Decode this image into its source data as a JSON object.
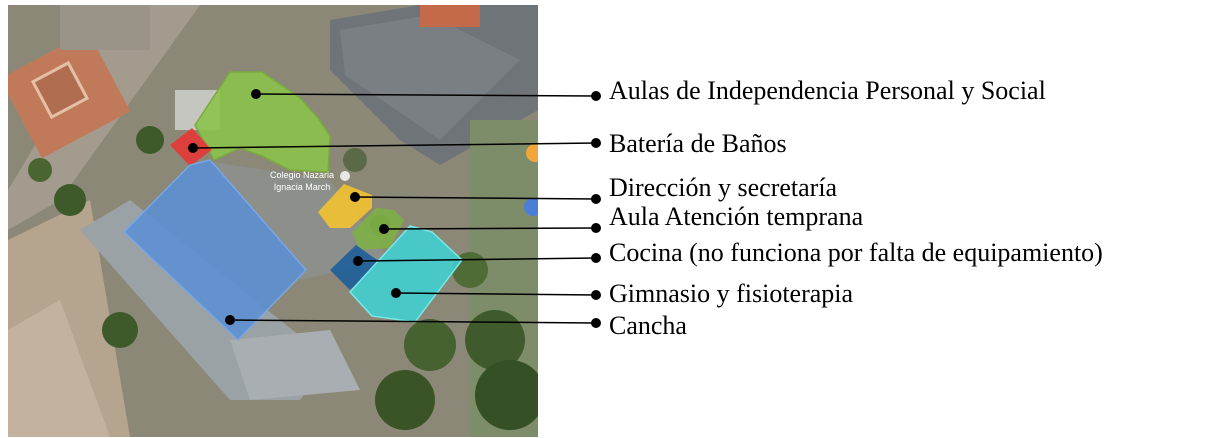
{
  "map": {
    "caption_line1": "Colegio Nazaria",
    "caption_line2": "Ignacia March"
  },
  "legend": [
    {
      "label": "Aulas de Independencia Personal y Social",
      "color": "#8bc34a"
    },
    {
      "label": "Batería de Baños",
      "color": "#e53935"
    },
    {
      "label": "Dirección y secretaría",
      "color": "#f2c230"
    },
    {
      "label": "Aula Atención temprana",
      "color": "#7cb342"
    },
    {
      "label": "Cocina (no funciona por falta de equipamiento)",
      "color": "#1f5f9a"
    },
    {
      "label": "Gimnasio y fisioterapia",
      "color": "#3fd1d1"
    },
    {
      "label": "Cancha",
      "color": "#5b8fd4"
    }
  ]
}
